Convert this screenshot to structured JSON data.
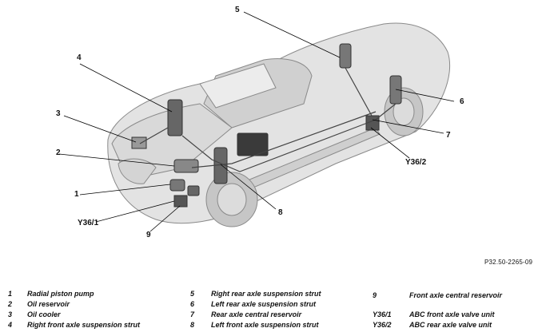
{
  "callouts": {
    "c1": "1",
    "c2": "2",
    "c3": "3",
    "c4": "4",
    "c5": "5",
    "c6": "6",
    "c7": "7",
    "c8": "8",
    "c9": "9",
    "y36_1": "Y36/1",
    "y36_2": "Y36/2"
  },
  "doc_ref": "P32.50-2265-09",
  "legend": {
    "col1": [
      {
        "num": "1",
        "text": "Radial piston pump"
      },
      {
        "num": "2",
        "text": "Oil reservoir"
      },
      {
        "num": "3",
        "text": "Oil cooler"
      },
      {
        "num": "4",
        "text": "Right front axle suspension strut"
      }
    ],
    "col2": [
      {
        "num": "5",
        "text": "Right rear axle suspension strut"
      },
      {
        "num": "6",
        "text": "Left rear axle suspension strut"
      },
      {
        "num": "7",
        "text": "Rear axle central reservoir"
      },
      {
        "num": "8",
        "text": "Left front axle suspension strut"
      }
    ],
    "col3": [
      {
        "num": "9",
        "text": "Front axle central reservoir"
      },
      {
        "num": "Y36/1",
        "text": "ABC front axle valve unit"
      },
      {
        "num": "Y36/2",
        "text": "ABC rear axle valve unit"
      }
    ]
  }
}
